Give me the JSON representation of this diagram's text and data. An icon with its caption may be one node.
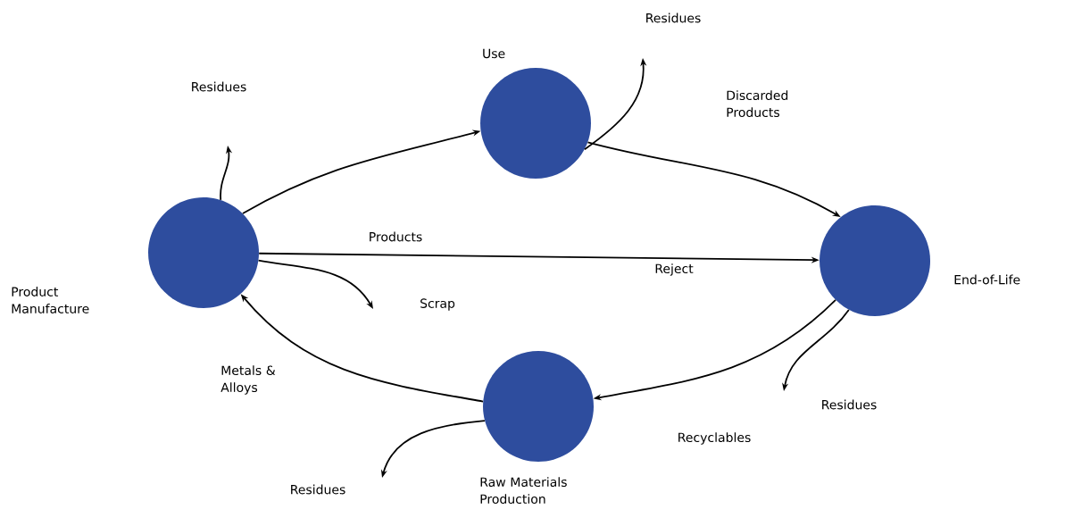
{
  "diagram": {
    "nodes": [
      {
        "text": [
          "Product Manufacture"
        ]
      },
      {
        "text": [
          "Use"
        ]
      },
      {
        "text": [
          "End-of-Life"
        ]
      },
      {
        "text": [
          "Raw Materials Production"
        ]
      }
    ],
    "edges": [
      {
        "from": 0,
        "to": 1,
        "arrow": "to"
      },
      {
        "from": 1,
        "to": 2,
        "arrow": "to",
        "label": "Discarded Products"
      },
      {
        "from": 0,
        "to": 2,
        "arrow": "to",
        "label": "Products"
      },
      {
        "from": 2,
        "to": 3,
        "arrow": "to",
        "label": "Recyclables"
      },
      {
        "from": 3,
        "to": 0,
        "arrow": "to",
        "label": "Metals & Alloys"
      },
      {
        "from": 0,
        "to": null,
        "arrow": "to"
      },
      {
        "from": 1,
        "to": null,
        "arrow": "to"
      },
      {
        "from": 0,
        "to": null,
        "arrow": "to"
      },
      {
        "from": 2,
        "to": null,
        "arrow": "to"
      },
      {
        "from": 3,
        "to": null,
        "arrow": "to"
      }
    ],
    "labels": [
      "Residues",
      "Residues",
      "Reject",
      "Scrap",
      "Residues",
      "Residues"
    ]
  }
}
